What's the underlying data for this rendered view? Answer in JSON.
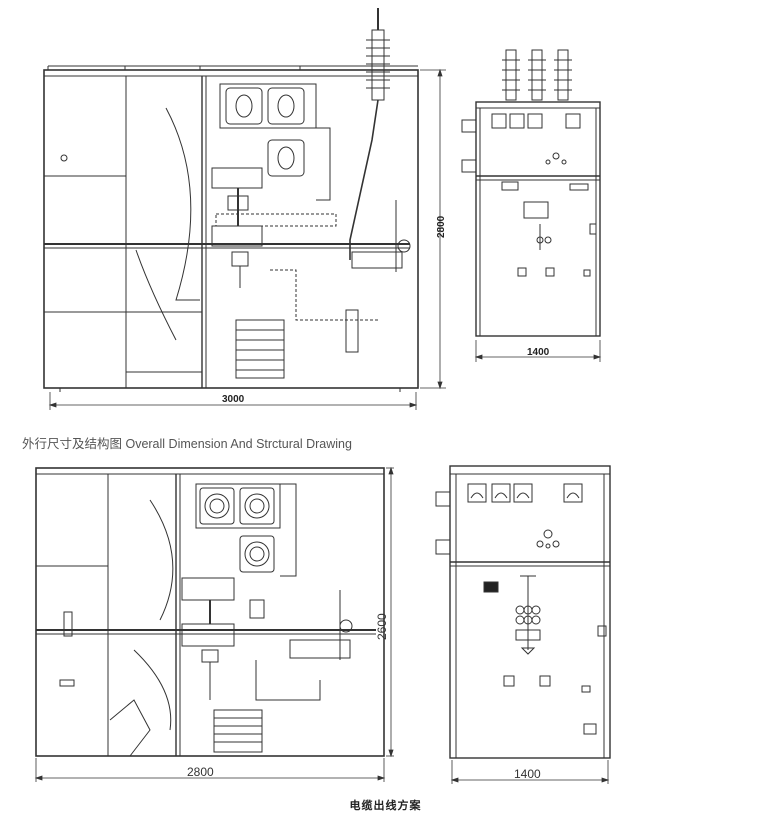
{
  "caption": "外行尺寸及结构图 Overall Dimension And Strctural Drawing",
  "bottom_title": "电缆出线方案",
  "top_section": {
    "width_label": "3000",
    "height_label": "2800",
    "front_width_label": "1400"
  },
  "bottom_section": {
    "width_label": "2800",
    "height_label": "2600",
    "front_width_label": "1400"
  }
}
